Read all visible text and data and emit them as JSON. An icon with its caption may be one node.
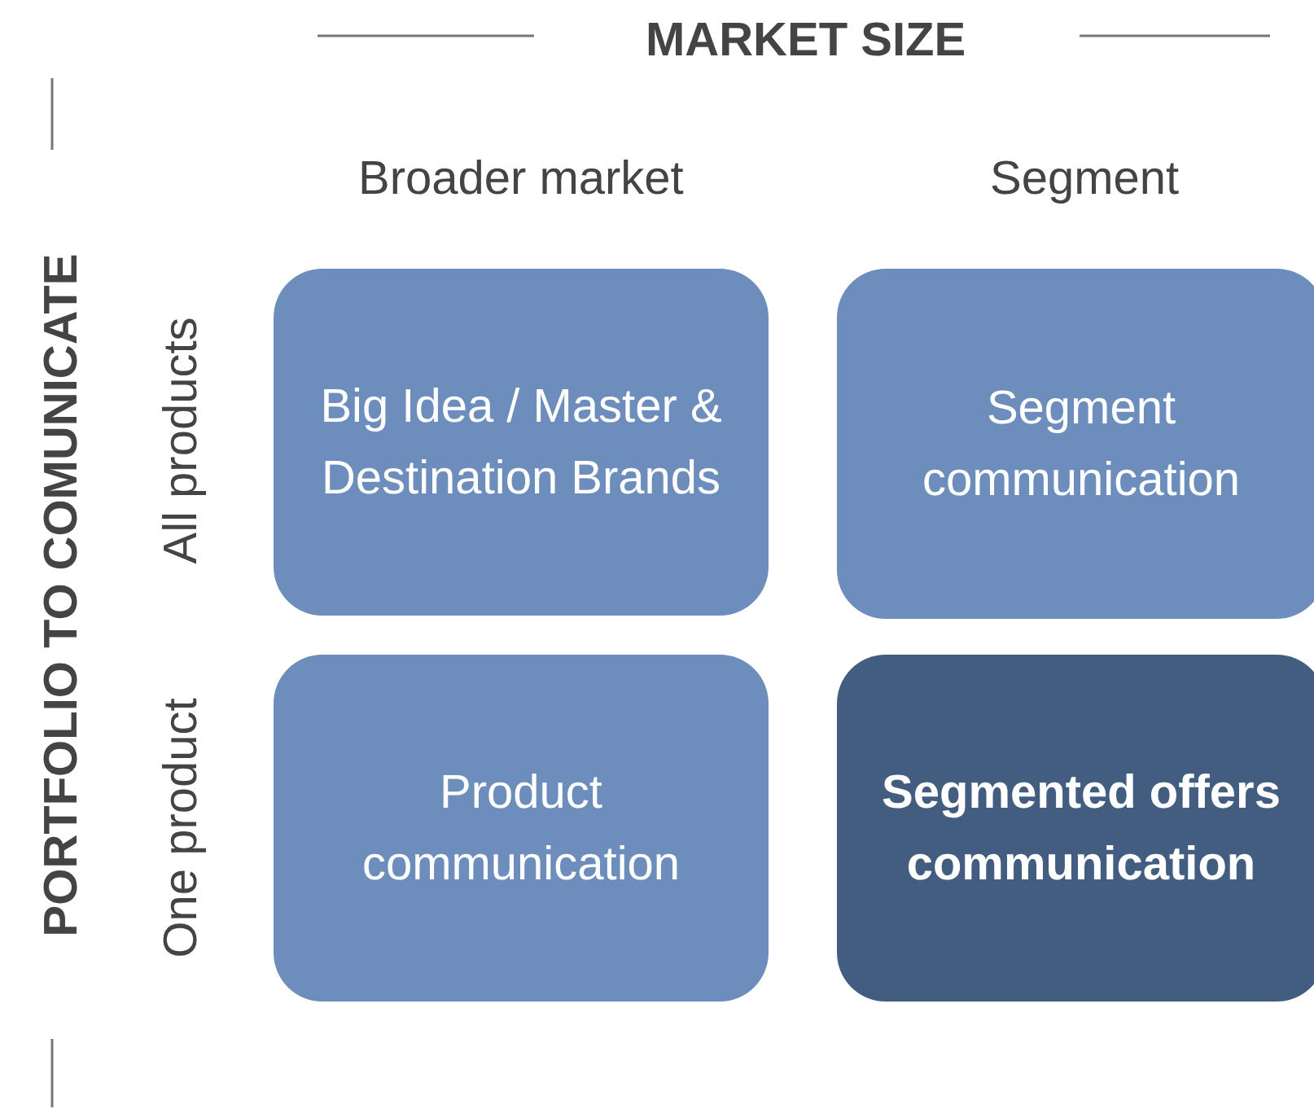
{
  "diagram": {
    "nodes": [
      {
        "text": [
          "Big Idea / Master & Destination Brands"
        ]
      },
      {
        "text": [
          "Segment communication"
        ]
      },
      {
        "text": [
          "Product communication"
        ]
      },
      {
        "text": [
          "Segmented offers communication"
        ]
      }
    ],
    "edges": [],
    "labels": [
      "MARKET SIZE",
      "Broader market",
      "Segment",
      "PORTFOLIO TO COMUNICATE",
      "All products",
      "One product"
    ]
  }
}
